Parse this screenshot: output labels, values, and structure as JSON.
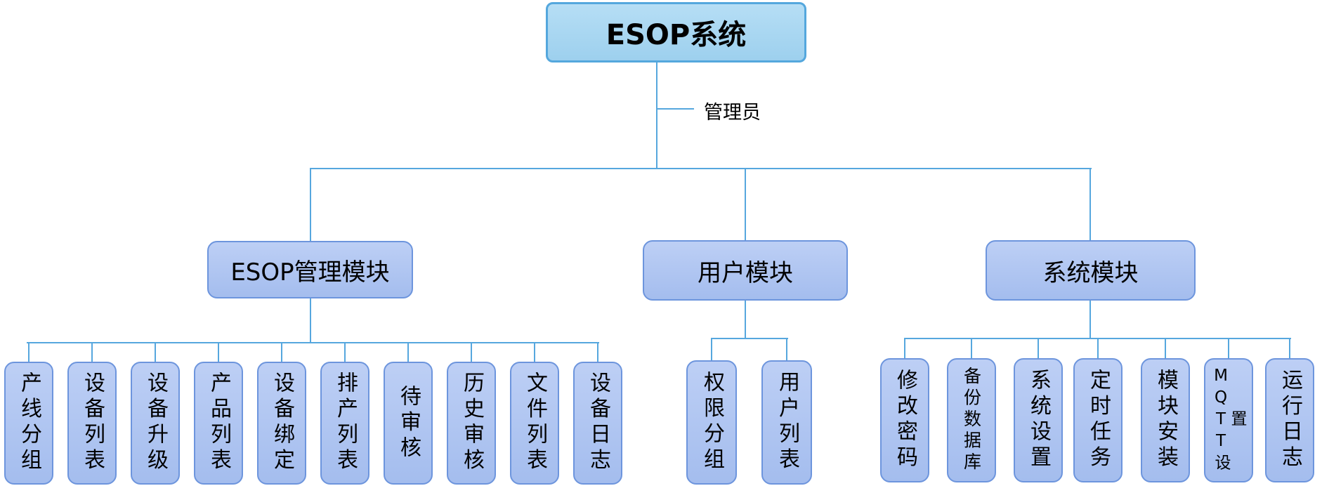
{
  "root": {
    "label": "ESOP系统"
  },
  "admin": {
    "label": "管理员"
  },
  "modules": [
    {
      "label": "ESOP管理模块",
      "children": [
        "产线分组",
        "设备列表",
        "设备升级",
        "产品列表",
        "设备绑定",
        "排产列表",
        "待审核",
        "历史审核",
        "文件列表",
        "设备日志"
      ]
    },
    {
      "label": "用户模块",
      "children": [
        "权限分组",
        "用户列表"
      ]
    },
    {
      "label": "系统模块",
      "children": [
        "修改密码",
        "备份数据库",
        "系统设置",
        "定时任务",
        "模块安装",
        "MQTT设置",
        "运行日志"
      ]
    }
  ],
  "colors": {
    "connector_line": "#56a7de",
    "root_fill_top": "#b6def5",
    "root_fill_bottom": "#9dd0ee",
    "root_border": "#54a7dd",
    "node_fill_top": "#bdcff5",
    "node_fill_bottom": "#a4bdee",
    "node_border": "#6d95dd",
    "text": "#000000"
  }
}
